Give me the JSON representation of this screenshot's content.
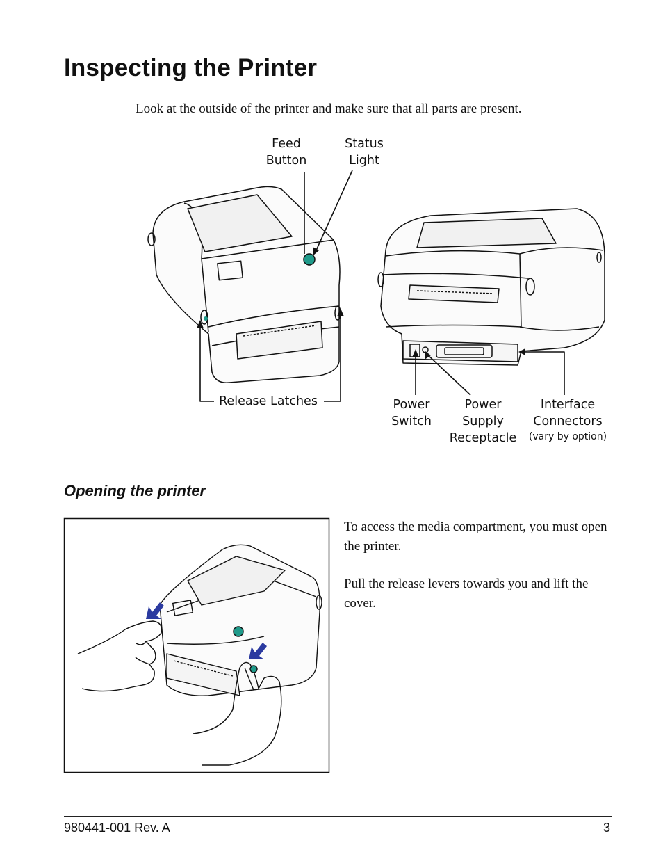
{
  "page": {
    "title": "Inspecting the Printer",
    "intro": "Look at the outside of the printer and make sure that all parts are present."
  },
  "diagram": {
    "labels": {
      "feed_button": [
        "Feed",
        "Button"
      ],
      "status_light": [
        "Status",
        "Light"
      ],
      "release_latches": "Release Latches",
      "power_switch": [
        "Power",
        "Switch"
      ],
      "power_supply": [
        "Power",
        "Supply",
        "Receptacle"
      ],
      "interface": [
        "Interface",
        "Connectors"
      ],
      "interface_note": "(vary by option)"
    }
  },
  "section": {
    "heading": "Opening the printer",
    "paragraph1": "To access the media compartment, you must open the printer.",
    "paragraph2": "Pull the release levers towards you and lift the cover."
  },
  "footer": {
    "doc_number": "980441-001 Rev. A",
    "page_number": "3"
  },
  "colors": {
    "teal_button": "#1f9a8a",
    "arrow_blue": "#2b3aa0"
  }
}
